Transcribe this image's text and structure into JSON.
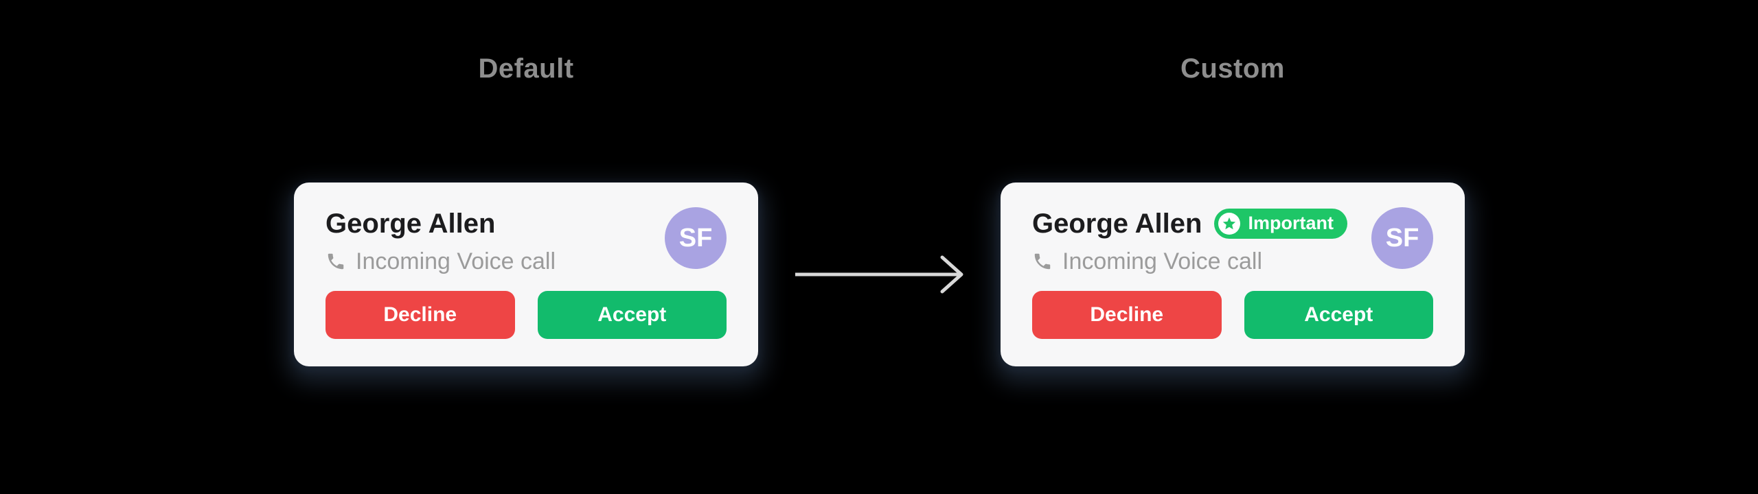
{
  "page": {
    "background_color": "#000000"
  },
  "panels": {
    "default": {
      "title": "Default",
      "card": {
        "name": "George Allen",
        "call_status": "Incoming Voice call",
        "avatar_initials": "SF",
        "buttons": {
          "decline": "Decline",
          "accept": "Accept"
        }
      }
    },
    "custom": {
      "title": "Custom",
      "card": {
        "name": "George Allen",
        "badge": "Important",
        "call_status": "Incoming Voice call",
        "avatar_initials": "SF",
        "buttons": {
          "decline": "Decline",
          "accept": "Accept"
        }
      }
    }
  },
  "icons": {
    "phone": "phone-receiver-icon",
    "star": "star-icon",
    "arrow": "arrow-right-icon"
  },
  "colors": {
    "card_background": "#F7F7F8",
    "section_title_text": "#8E8E8E",
    "name_text": "#1C1C1E",
    "secondary_text": "#9B9B9B",
    "avatar_background": "#A9A3E2",
    "decline_button": "#EE4545",
    "accept_button": "#12BB6C",
    "badge_background": "#1EC667",
    "arrow": "#D8D8D8"
  }
}
